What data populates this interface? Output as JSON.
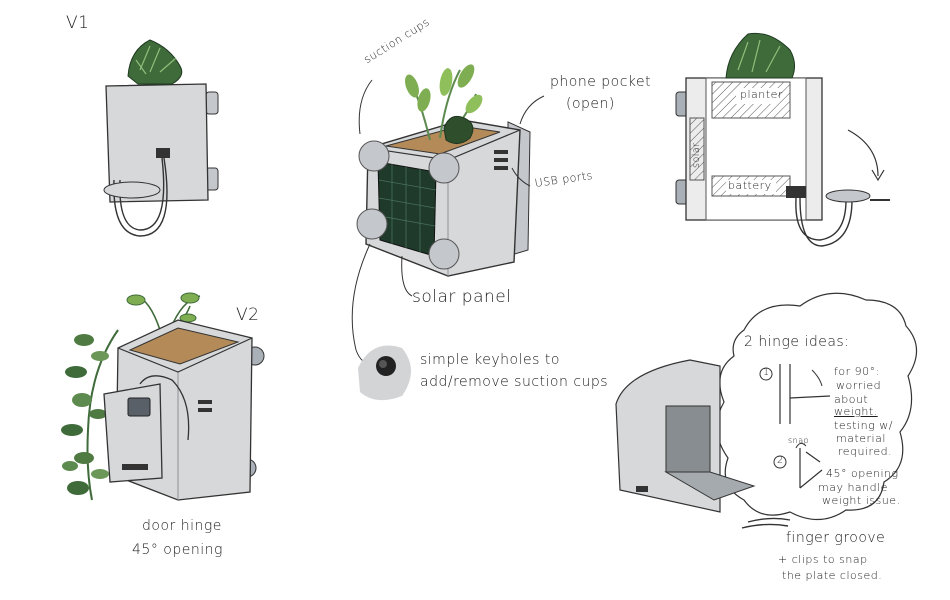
{
  "labels": {
    "v1": "V1",
    "v2": "V2",
    "suction_cups": "suction cups",
    "phone_pocket_1": "phone pocket",
    "phone_pocket_2": "(open)",
    "usb_ports": "USB ports",
    "solar_panel": "solar panel",
    "keyholes_1": "simple keyholes to",
    "keyholes_2": "add/remove suction cups",
    "planter": "planter",
    "solar": "solar",
    "battery": "battery",
    "door_hinge": "door hinge",
    "opening_45": "45° opening",
    "hinge_ideas": "2 hinge ideas:",
    "idea1_num": "1",
    "idea1_line1": "for 90°:",
    "idea1_line2": "worried",
    "idea1_line3": "about",
    "idea1_line4": "weight.",
    "idea1_line5": "testing w/",
    "idea1_line6": "material",
    "idea1_line7": "required.",
    "idea2_num": "2",
    "snap": "snap",
    "idea2_line1": "45° opening",
    "idea2_line2": "may handle",
    "idea2_line3": "weight issue.",
    "finger_groove": "finger groove",
    "clips_1": "+ clips to snap",
    "clips_2": "the plate closed."
  },
  "colors": {
    "body_gray": "#d6d8da",
    "body_shade": "#b9bcbf",
    "cup_gray": "#c4c7cc",
    "soil": "#b48a58",
    "leaf_dark": "#3f6b3a",
    "leaf_light": "#7fae52",
    "solar_panel": "#1f3a2a",
    "ink": "#1c1c1c"
  }
}
